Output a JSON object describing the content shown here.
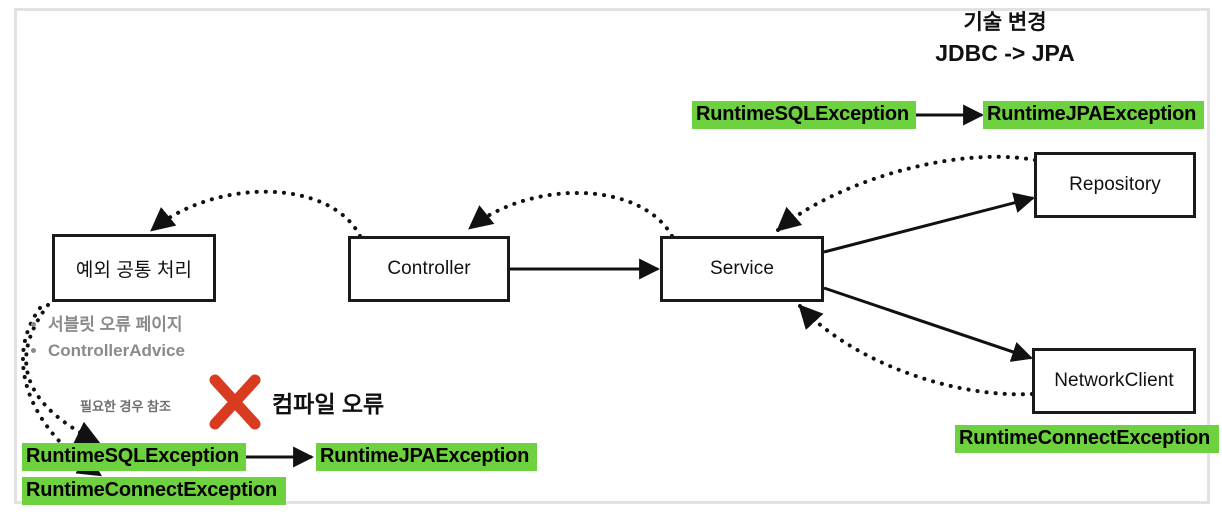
{
  "diagram": {
    "title_lines": [
      "기술 변경",
      "JDBC -> JPA"
    ],
    "nodes": [
      {
        "id": "exception-handler",
        "label": "예외 공통 처리"
      },
      {
        "id": "controller",
        "label": "Controller"
      },
      {
        "id": "service",
        "label": "Service"
      },
      {
        "id": "repository",
        "label": "Repository"
      },
      {
        "id": "network-client",
        "label": "NetworkClient"
      }
    ],
    "bullets": [
      "서블릿 오류 페이지",
      "ControllerAdvice"
    ],
    "annotations": {
      "reference_note": "필요한 경우 참조",
      "compile_error": "컴파일 오류",
      "x_mark": "red-x-icon"
    },
    "highlights": [
      {
        "id": "top-sql-exception",
        "label": "RuntimeSQLException"
      },
      {
        "id": "top-jpa-exception",
        "label": "RuntimeJPAException"
      },
      {
        "id": "bottom-sql-exception",
        "label": "RuntimeSQLException"
      },
      {
        "id": "bottom-connect-exception",
        "label": "RuntimeConnectException"
      },
      {
        "id": "bottom-jpa-exception",
        "label": "RuntimeJPAException"
      },
      {
        "id": "right-connect-exception",
        "label": "RuntimeConnectException"
      }
    ],
    "colors": {
      "highlight_green": "#6ed13f",
      "x_mark_red": "#d93b21",
      "stroke": "#1a1a1a",
      "bullet_gray": "#8a8a8a",
      "frame_gray": "#e2e2e2"
    }
  }
}
